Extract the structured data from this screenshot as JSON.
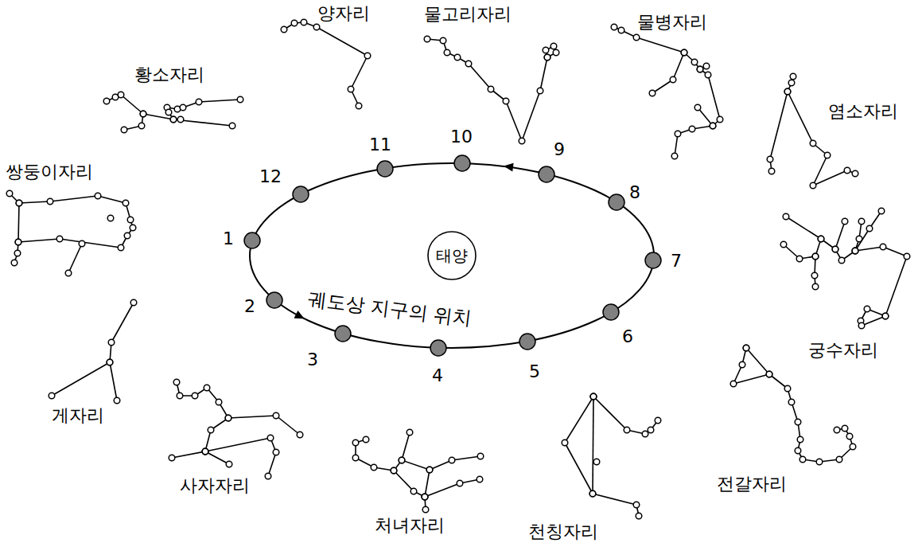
{
  "diagram": {
    "nodes": [
      {
        "text": [
          "태양"
        ]
      }
    ],
    "labels": [
      "양자리",
      "물고리자리",
      "물병자리",
      "황소자리",
      "염소자리",
      "쌍둥이자리",
      "궁수자리",
      "게자리",
      "사자자리",
      "처녀자리",
      "천칭자리",
      "전갈자리",
      "궤도상 지구의 위치",
      "1",
      "2",
      "3",
      "4",
      "5",
      "6",
      "7",
      "8",
      "9",
      "10",
      "11",
      "12"
    ]
  }
}
